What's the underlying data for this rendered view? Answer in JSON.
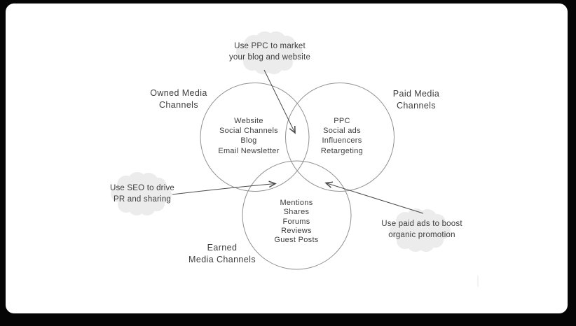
{
  "colors": {
    "page_background": "#000000",
    "card_background": "#ffffff",
    "circle_stroke": "#909090",
    "text": "#3d3d3d",
    "cloud_fill": "#ececec",
    "arrow": "#4a4a4a"
  },
  "diagram": {
    "circles": {
      "owned": {
        "title_lines": [
          "Owned Media",
          "Channels"
        ],
        "items": [
          "Website",
          "Social Channels",
          "Blog",
          "Email Newsletter"
        ]
      },
      "paid": {
        "title_lines": [
          "Paid Media",
          "Channels"
        ],
        "items": [
          "PPC",
          "Social ads",
          "Influencers",
          "Retargeting"
        ]
      },
      "earned": {
        "title_lines": [
          "Earned",
          "Media Channels"
        ],
        "items": [
          "Mentions",
          "Shares",
          "Forums",
          "Reviews",
          "Guest Posts"
        ]
      }
    },
    "annotations": {
      "ppc": {
        "lines": [
          "Use PPC to market",
          "your blog and website"
        ]
      },
      "seo": {
        "lines": [
          "Use SEO to drive",
          "PR and sharing"
        ]
      },
      "paid_ads": {
        "lines": [
          "Use paid ads to boost",
          "organic promotion"
        ]
      }
    }
  }
}
